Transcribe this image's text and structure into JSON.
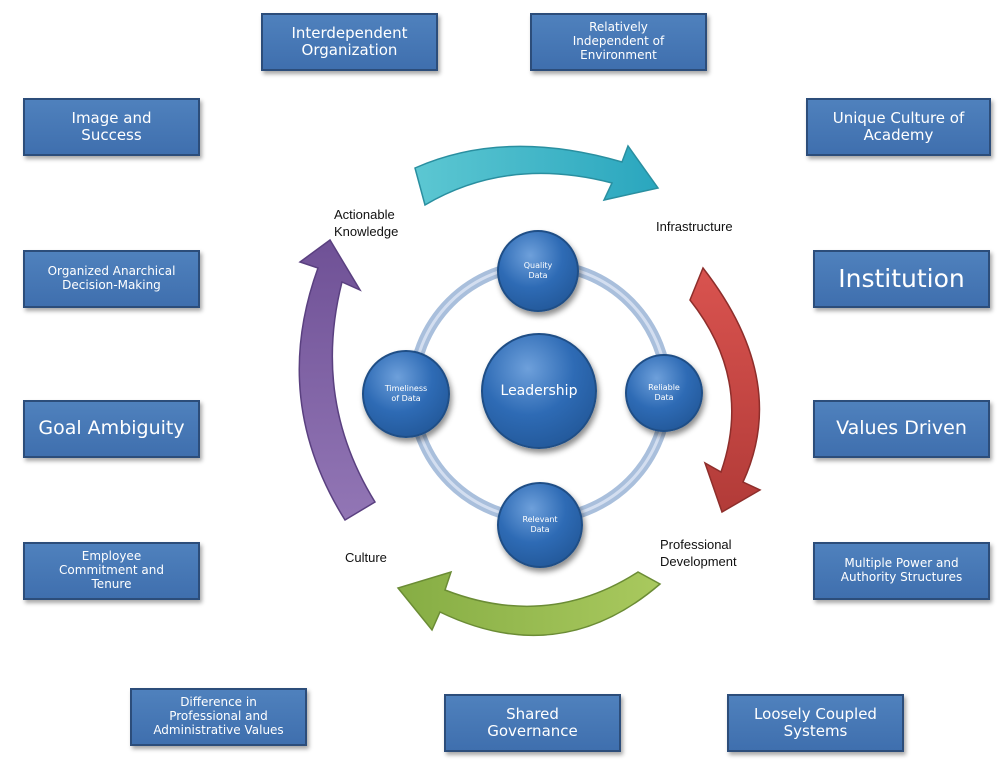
{
  "boxes": {
    "interdependent": "Interdependent\nOrganization",
    "relatively_independent": "Relatively\nIndependent of\nEnvironment",
    "image_success": "Image and\nSuccess",
    "unique_culture": "Unique Culture of\nAcademy",
    "organized_anarchical": "Organized Anarchical\nDecision-Making",
    "institution": "Institution",
    "goal_ambiguity": "Goal Ambiguity",
    "values_driven": "Values Driven",
    "employee_commitment": "Employee\nCommitment and\nTenure",
    "multiple_power": "Multiple Power and\nAuthority Structures",
    "difference_values": "Difference in\nProfessional and\nAdministrative Values",
    "shared_governance": "Shared\nGovernance",
    "loosely_coupled": "Loosely Coupled\nSystems"
  },
  "cycle_labels": {
    "actionable_knowledge": "Actionable\nKnowledge",
    "infrastructure": "Infrastructure",
    "professional_development": "Professional\nDevelopment",
    "culture": "Culture"
  },
  "circles": {
    "center": "Leadership",
    "quality": "Quality\nData",
    "reliable": "Reliable\nData",
    "relevant": "Relevant\nData",
    "timeliness": "Timeliness\nof Data"
  },
  "colors": {
    "box_fill": "#4f81bd",
    "box_border": "#2c4d7a",
    "arrow_top": "#3fb6c8",
    "arrow_right": "#c0504d",
    "arrow_bottom": "#9bbb59",
    "arrow_left": "#8064a2",
    "ring": "#a9bfdc"
  }
}
